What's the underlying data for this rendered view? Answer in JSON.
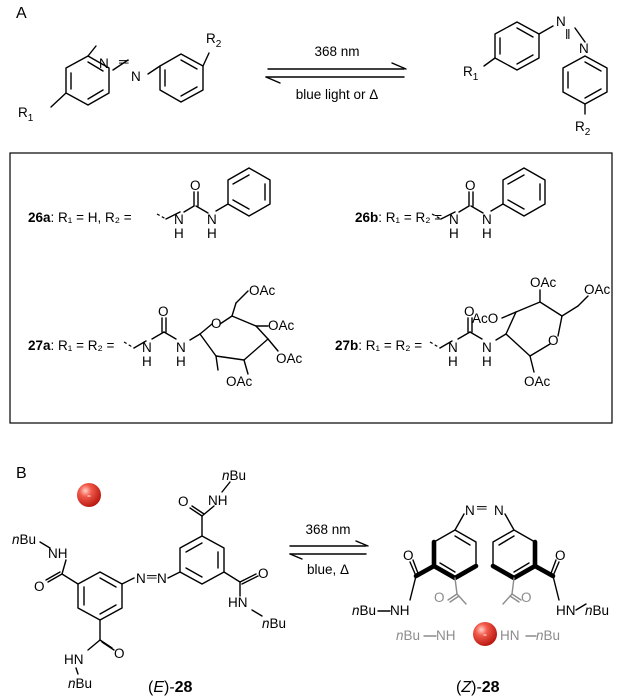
{
  "panel_a": {
    "letter": "A",
    "forward": "368 nm",
    "reverse": "blue light or Δ",
    "substituents": {
      "r1": "R",
      "r1_sub": "1",
      "r2": "R",
      "r2_sub": "2"
    },
    "atom_n": "N",
    "compounds": {
      "c26a": {
        "id": "26a",
        "rest": ": R₁ = H, R₂ ="
      },
      "c26b": {
        "id": "26b",
        "rest": ": R₁ = R₂ ="
      },
      "c27a": {
        "id": "27a",
        "rest": ": R₁ = R₂ ="
      },
      "c27b": {
        "id": "27b",
        "rest": ": R₁ = R₂ ="
      }
    },
    "atoms": {
      "o": "O",
      "h": "H",
      "n": "N",
      "oac": "OAc",
      "aco": "AcO"
    }
  },
  "panel_b": {
    "letter": "B",
    "forward": "368 nm",
    "reverse": "blue, Δ",
    "anion": "-",
    "nbu": "nBu",
    "nh": "NH",
    "hn": "HN",
    "o": "O",
    "e_label": {
      "prefix": "(",
      "iso": "E",
      "suffix": ")-",
      "num": "28"
    },
    "z_label": {
      "prefix": "(",
      "iso": "Z",
      "suffix": ")-",
      "num": "28"
    }
  },
  "colors": {
    "anion": "#e0281e",
    "grey_group": "#8c8c8c"
  }
}
